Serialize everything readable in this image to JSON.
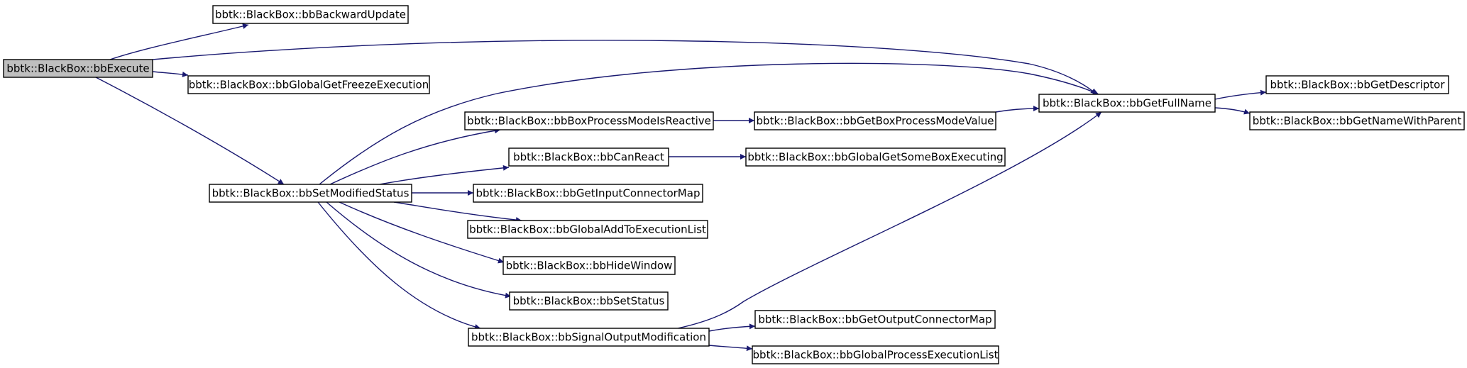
{
  "colors": {
    "edge": "#191970",
    "node_border": "#000000",
    "node_fill": "#ffffff",
    "root_fill": "#bfbfbf",
    "text": "#000000"
  },
  "graph": {
    "root": "n_execute",
    "nodes": [
      {
        "id": "n_execute",
        "label": "bbtk::BlackBox::bbExecute"
      },
      {
        "id": "n_backward",
        "label": "bbtk::BlackBox::bbBackwardUpdate"
      },
      {
        "id": "n_freeze",
        "label": "bbtk::BlackBox::bbGlobalGetFreezeExecution"
      },
      {
        "id": "n_setmod",
        "label": "bbtk::BlackBox::bbSetModifiedStatus"
      },
      {
        "id": "n_reactive",
        "label": "bbtk::BlackBox::bbBoxProcessModeIsReactive"
      },
      {
        "id": "n_canreact",
        "label": "bbtk::BlackBox::bbCanReact"
      },
      {
        "id": "n_inputmap",
        "label": "bbtk::BlackBox::bbGetInputConnectorMap"
      },
      {
        "id": "n_addexec",
        "label": "bbtk::BlackBox::bbGlobalAddToExecutionList"
      },
      {
        "id": "n_hide",
        "label": "bbtk::BlackBox::bbHideWindow"
      },
      {
        "id": "n_setstatus",
        "label": "bbtk::BlackBox::bbSetStatus"
      },
      {
        "id": "n_signal",
        "label": "bbtk::BlackBox::bbSignalOutputModification"
      },
      {
        "id": "n_procvalue",
        "label": "bbtk::BlackBox::bbGetBoxProcessModeValue"
      },
      {
        "id": "n_someexec",
        "label": "bbtk::BlackBox::bbGlobalGetSomeBoxExecuting"
      },
      {
        "id": "n_outputmap",
        "label": "bbtk::BlackBox::bbGetOutputConnectorMap"
      },
      {
        "id": "n_procexeclist",
        "label": "bbtk::BlackBox::bbGlobalProcessExecutionList"
      },
      {
        "id": "n_fullname",
        "label": "bbtk::BlackBox::bbGetFullName"
      },
      {
        "id": "n_descriptor",
        "label": "bbtk::BlackBox::bbGetDescriptor"
      },
      {
        "id": "n_nameparent",
        "label": "bbtk::BlackBox::bbGetNameWithParent"
      }
    ],
    "edges": [
      {
        "from": "n_execute",
        "to": "n_backward"
      },
      {
        "from": "n_execute",
        "to": "n_fullname"
      },
      {
        "from": "n_execute",
        "to": "n_freeze"
      },
      {
        "from": "n_execute",
        "to": "n_setmod"
      },
      {
        "from": "n_setmod",
        "to": "n_fullname"
      },
      {
        "from": "n_setmod",
        "to": "n_reactive"
      },
      {
        "from": "n_setmod",
        "to": "n_canreact"
      },
      {
        "from": "n_setmod",
        "to": "n_inputmap"
      },
      {
        "from": "n_setmod",
        "to": "n_addexec"
      },
      {
        "from": "n_setmod",
        "to": "n_hide"
      },
      {
        "from": "n_setmod",
        "to": "n_setstatus"
      },
      {
        "from": "n_setmod",
        "to": "n_signal"
      },
      {
        "from": "n_reactive",
        "to": "n_procvalue"
      },
      {
        "from": "n_procvalue",
        "to": "n_fullname"
      },
      {
        "from": "n_canreact",
        "to": "n_someexec"
      },
      {
        "from": "n_signal",
        "to": "n_fullname"
      },
      {
        "from": "n_signal",
        "to": "n_outputmap"
      },
      {
        "from": "n_signal",
        "to": "n_procexeclist"
      },
      {
        "from": "n_fullname",
        "to": "n_descriptor"
      },
      {
        "from": "n_fullname",
        "to": "n_nameparent"
      }
    ]
  }
}
